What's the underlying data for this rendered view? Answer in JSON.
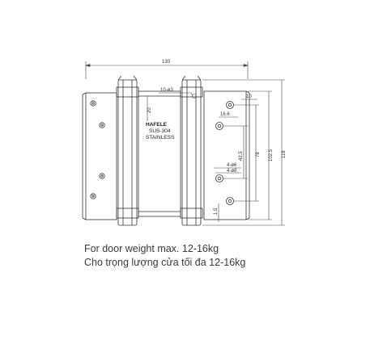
{
  "drawing": {
    "dimensions": {
      "overall_width": "130",
      "dowel_label": "10-ø3",
      "hinge_offset": "20",
      "hole_offset": "10",
      "hole_inset": "16.6",
      "mid_spacing": "42.5",
      "outer_spacing": "78",
      "slot_spacing": "102.5",
      "overall_height": "118",
      "small_hole": "4-ø6",
      "large_hole": "4-ø8",
      "bottom_gap": "1.5"
    },
    "marking": {
      "brand": "HAFELE",
      "grade": "SUS-304",
      "material": "STAINLESS"
    }
  },
  "captions": {
    "line1": "For door weight max. 12-16kg",
    "line2": "Cho trọng lượng cửa tối đa 12-16kg"
  }
}
